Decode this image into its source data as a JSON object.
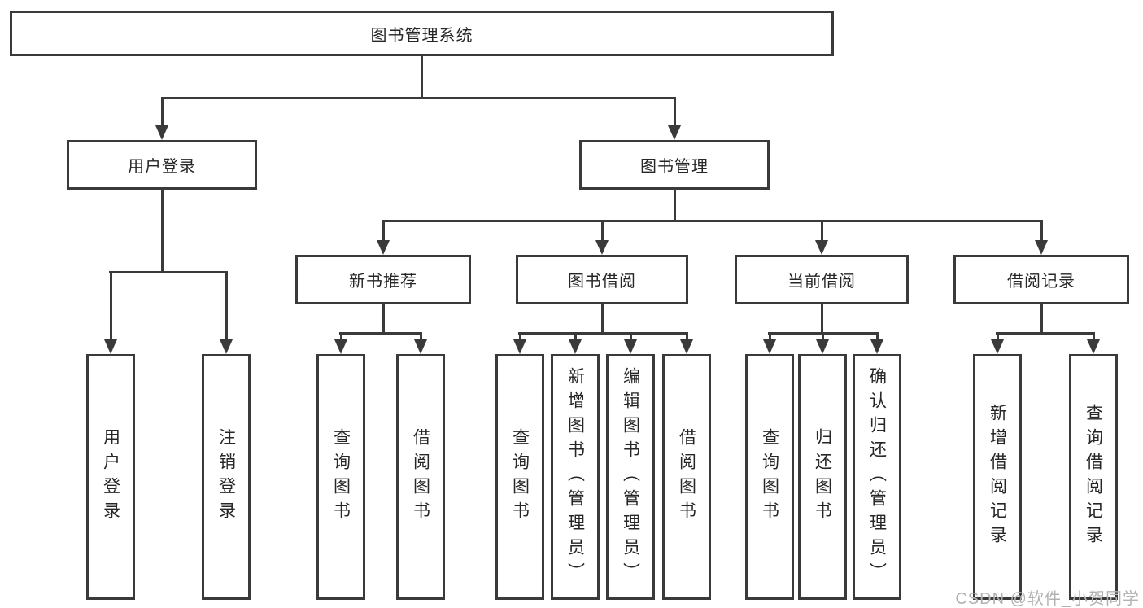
{
  "tree": {
    "label": "图书管理系统",
    "children": [
      {
        "label": "用户登录",
        "children": [
          {
            "label": "用户登录"
          },
          {
            "label": "注销登录"
          }
        ]
      },
      {
        "label": "图书管理",
        "children": [
          {
            "label": "新书推荐",
            "children": [
              {
                "label": "查询图书"
              },
              {
                "label": "借阅图书"
              }
            ]
          },
          {
            "label": "图书借阅",
            "children": [
              {
                "label": "查询图书"
              },
              {
                "label": "新增图书（管理员）"
              },
              {
                "label": "编辑图书（管理员）"
              },
              {
                "label": "借阅图书"
              }
            ]
          },
          {
            "label": "当前借阅",
            "children": [
              {
                "label": "查询图书"
              },
              {
                "label": "归还图书"
              },
              {
                "label": "确认归还（管理员）"
              }
            ]
          },
          {
            "label": "借阅记录",
            "children": [
              {
                "label": "新增借阅记录"
              },
              {
                "label": "查询借阅记录"
              }
            ]
          }
        ]
      }
    ]
  },
  "watermark": {
    "text": "CSDN @软件_小贺同学"
  },
  "colors": {
    "line": "#3a3a3a",
    "box_border": "#3a3a3a",
    "box_fill": "#ffffff",
    "text": "#262626",
    "watermark": "#b2b2b2"
  }
}
